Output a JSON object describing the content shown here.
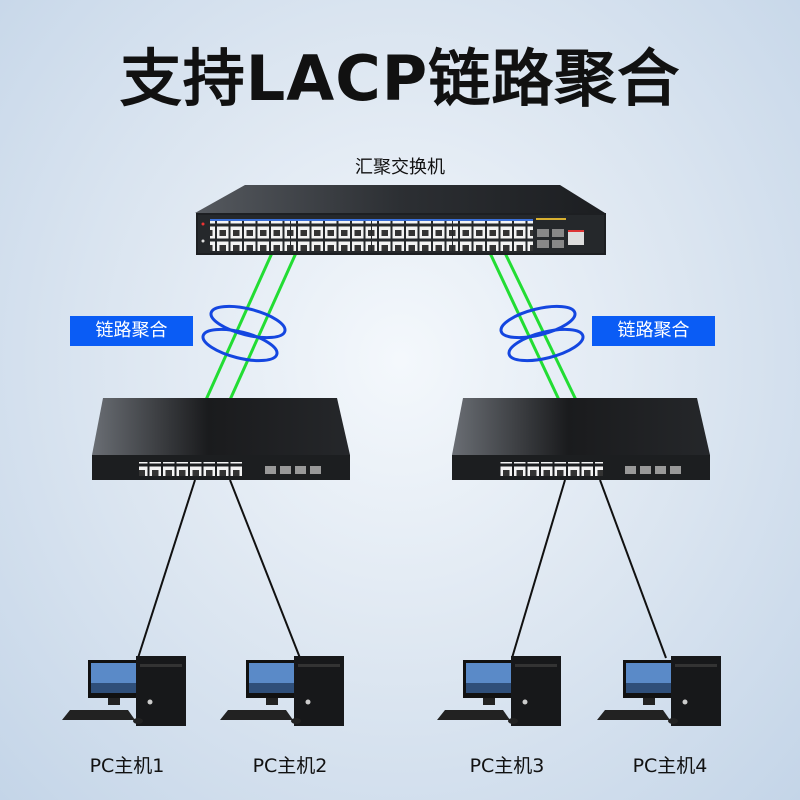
{
  "title": "支持LACP链路聚合",
  "core_switch": {
    "label": "汇聚交换机"
  },
  "link_aggregation": {
    "left_label": "链路聚合",
    "right_label": "链路聚合"
  },
  "pcs": [
    {
      "label": "PC主机1"
    },
    {
      "label": "PC主机2"
    },
    {
      "label": "PC主机3"
    },
    {
      "label": "PC主机4"
    }
  ],
  "colors": {
    "aggregation_link": "#22dd33",
    "label_bg": "#0a5cf5",
    "ring": "#1446e0"
  }
}
